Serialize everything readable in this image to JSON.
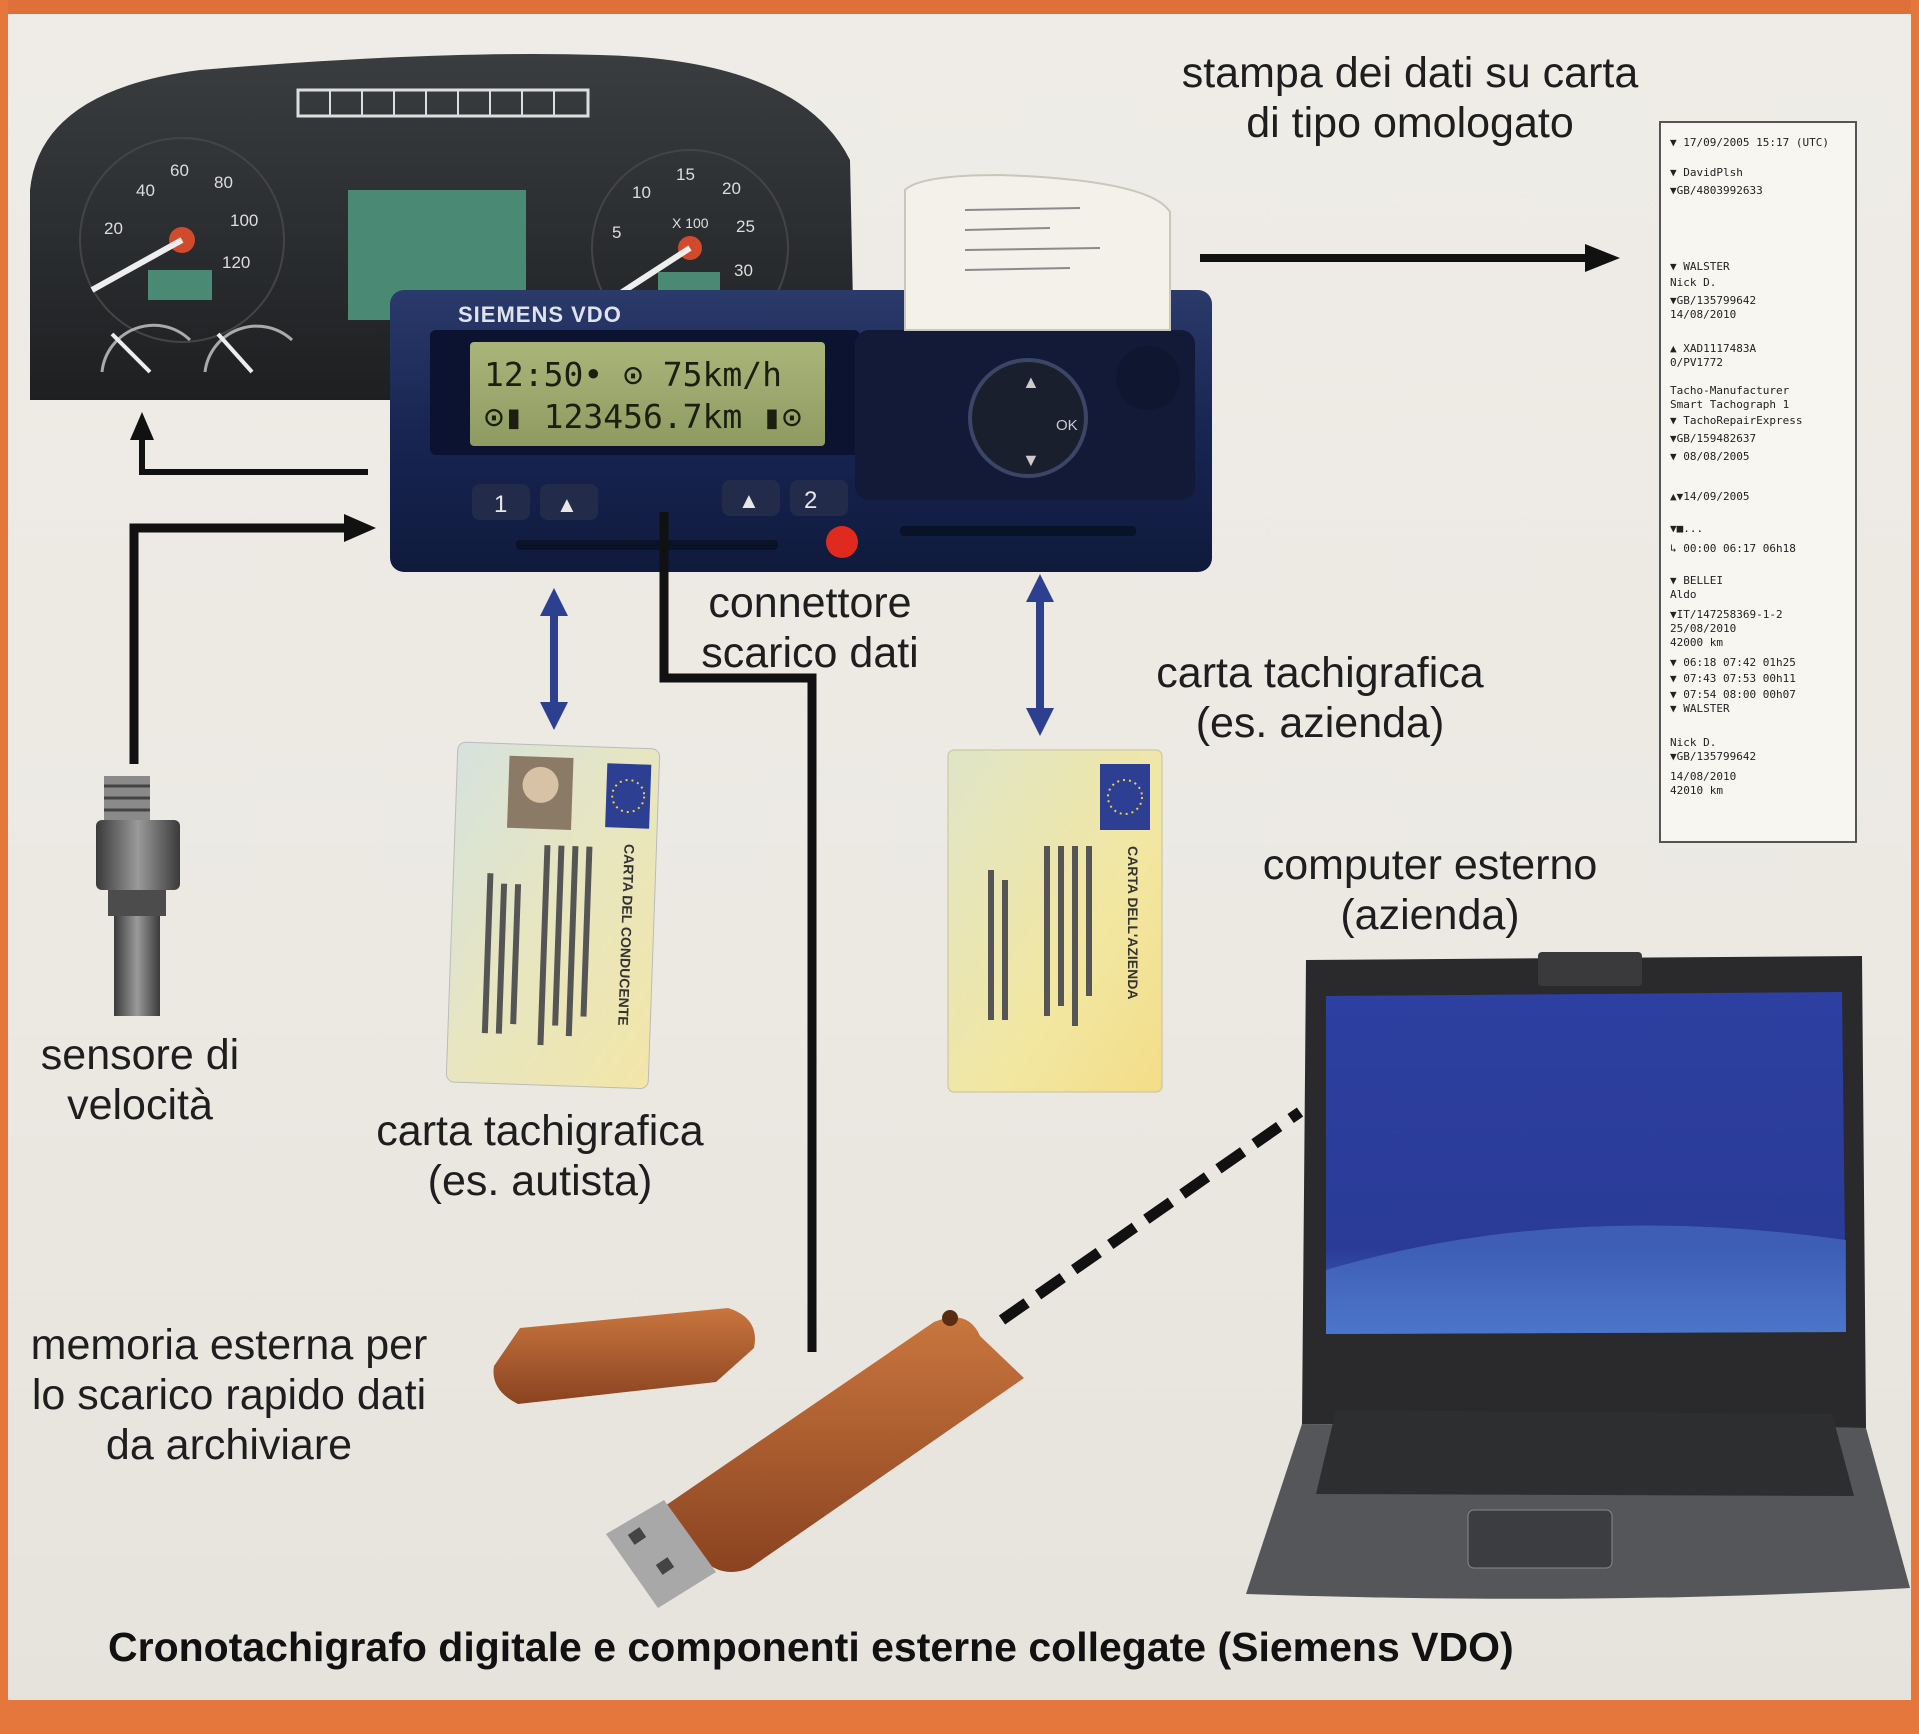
{
  "caption": "Cronotachigrafo digitale e componenti esterne collegate (Siemens VDO)",
  "labels": {
    "printout": "stampa dei dati su carta\ndi tipo omologato",
    "download_connector": "connettore\nscarico dati",
    "company_card": "carta tachigrafica\n(es. azienda)",
    "computer": "computer esterno\n(azienda)",
    "speed_sensor": "sensore di\nvelocità",
    "driver_card": "carta tachigrafica\n(es. autista)",
    "external_memory": "memoria esterna per\nlo scarico rapido dati\nda archiviare"
  },
  "tachograph": {
    "brand": "SIEMENS VDO",
    "lcd_line_1": "12:50• ⊙  75km/h",
    "lcd_line_2": "⊙▮ 123456.7km ▮⊙",
    "slot_1": "1",
    "slot_2": "2",
    "eject_glyph": "▲",
    "nav_up": "▲",
    "nav_down": "▼",
    "nav_ok": "OK"
  },
  "cluster": {
    "speed_ticks": [
      "20",
      "40",
      "60",
      "80",
      "100",
      "120"
    ],
    "rpm_ticks": [
      "5",
      "10",
      "15",
      "20",
      "25",
      "30"
    ],
    "rpm_multiplier": "X 100"
  },
  "cards": {
    "driver_card_title": "CARTA DEL CONDUCENTE",
    "company_card_title": "CARTA DELL'AZIENDA"
  },
  "printout": {
    "lines": [
      "▼ 17/09/2005 15:17 (UTC)",
      "▼ DavidPlsh",
      "▼GB/4803992633",
      "▼ WALSTER",
      "Nick D.",
      "▼GB/135799642",
      "14/08/2010",
      "▲ XAD1117483A",
      "0/PV1772",
      "Tacho-Manufacturer",
      "Smart Tachograph 1",
      "▼ TachoRepairExpress",
      "▼GB/159482637",
      "▼ 08/08/2005",
      "▲▼14/09/2005",
      "▼■...",
      "↳ 00:00  06:17  06h18",
      "▼ BELLEI",
      "Aldo",
      "▼IT/147258369-1-2",
      "25/08/2010",
      "42000 km",
      "▼ 06:18  07:42  01h25",
      "▼ 07:43  07:53  00h11",
      "▼ 07:54  08:00  00h07",
      "▼ WALSTER",
      "Nick D.",
      "▼GB/135799642",
      "14/08/2010",
      "42010 km"
    ]
  }
}
